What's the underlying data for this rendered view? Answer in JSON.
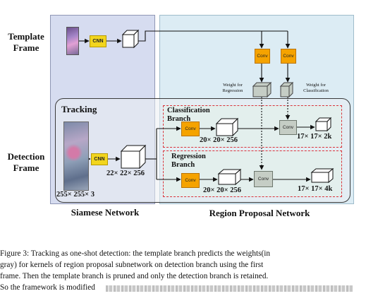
{
  "labels": {
    "template_frame": "Template\nFrame",
    "detection_frame": "Detection\nFrame",
    "tracking": "Tracking",
    "siamese_network": "Siamese Network",
    "region_proposal_network": "Region Proposal Network",
    "classification_branch": "Classification\nBranch",
    "regression_branch": "Regression\nBranch",
    "weight_for_regression": "Weight for\nRegression",
    "weight_for_classification": "Weight for\nClassification"
  },
  "blocks": {
    "cnn": "CNN",
    "conv": "Conv"
  },
  "dimensions": {
    "detection_input": "255× 255× 3",
    "detection_feature": "22× 22× 256",
    "classification_feature": "20× 20× 256",
    "classification_output": "17× 17× 2k",
    "regression_feature": "20× 20× 256",
    "regression_output": "17× 17× 4k"
  },
  "caption": {
    "line1": "Figure 3: Tracking as one-shot detection: the template branch predicts the weights(in",
    "line2": "gray) for kernels of region proposal subnetwork on detection branch using the first",
    "line3": "frame. Then the template branch is pruned and only the detection branch is retained.",
    "line4": "So the framework is modified"
  },
  "colors": {
    "siamese_panel": "#d6dcf0",
    "rpn_panel": "#dcecf4",
    "cnn_block": "#f2d51e",
    "conv_block": "#f5a300",
    "kernel_weight": "#c5cdc5",
    "branch_border": "#d9333b"
  }
}
